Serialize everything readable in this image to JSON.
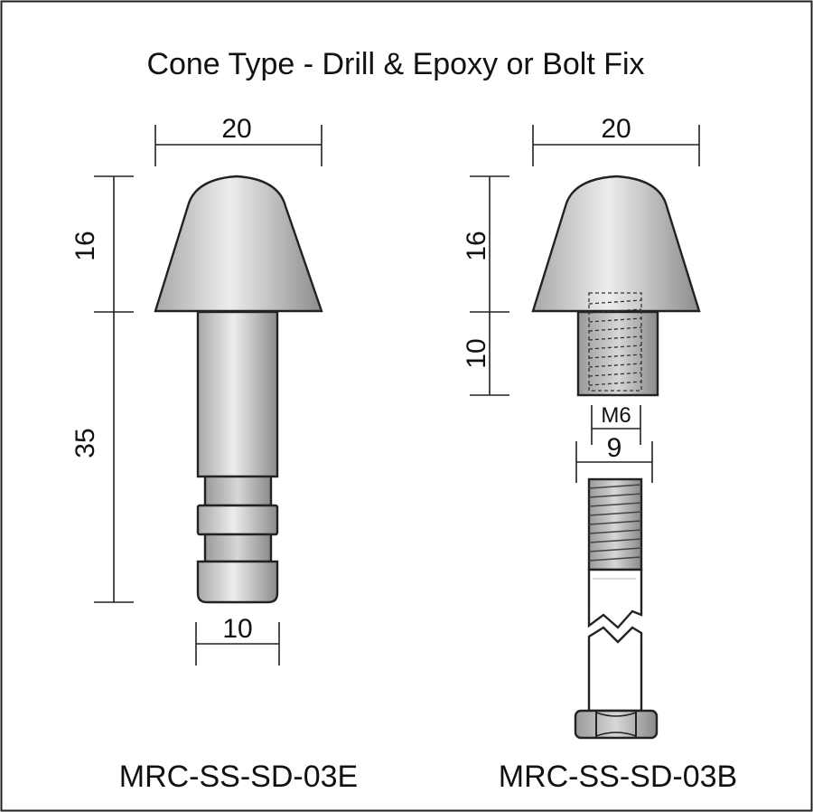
{
  "title": "Cone Type - Drill & Epoxy or Bolt Fix",
  "left_part": {
    "code": "MRC-SS-SD-03E",
    "dims": {
      "top_width": "20",
      "cone_height": "16",
      "shaft_length": "35",
      "shaft_width": "10"
    }
  },
  "right_part": {
    "code": "MRC-SS-SD-03B",
    "dims": {
      "top_width": "20",
      "cone_height": "16",
      "boss_height": "10",
      "thread": "M6",
      "bolt_width": "9"
    }
  },
  "colors": {
    "metal_light": "#ececec",
    "metal_mid": "#c4c4c4",
    "metal_dark": "#8a8a8a",
    "line": "#222222"
  }
}
